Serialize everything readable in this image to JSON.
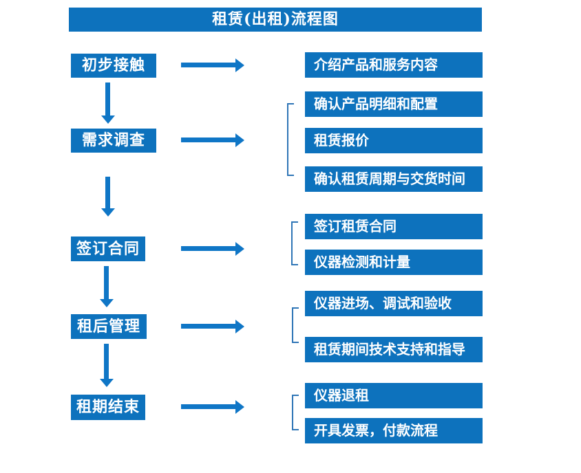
{
  "title": "租赁(出租)流程图",
  "colors": {
    "box_fill": "#0d72bd",
    "arrow": "#0f76c6",
    "bracket": "#2e75b6",
    "text": "#ffffff",
    "background": "#ffffff"
  },
  "stages": [
    {
      "label": "初步接触",
      "outputs": [
        "介绍产品和服务内容"
      ]
    },
    {
      "label": "需求调查",
      "outputs": [
        "确认产品明细和配置",
        "租赁报价",
        "确认租赁周期与交货时间"
      ]
    },
    {
      "label": "签订合同",
      "outputs": [
        "签订租赁合同",
        "仪器检测和计量"
      ]
    },
    {
      "label": "租后管理",
      "outputs": [
        "仪器进场、调试和验收",
        "租赁期间技术支持和指导"
      ]
    },
    {
      "label": "租期结束",
      "outputs": [
        "仪器退租",
        "开具发票，付款流程"
      ]
    }
  ]
}
